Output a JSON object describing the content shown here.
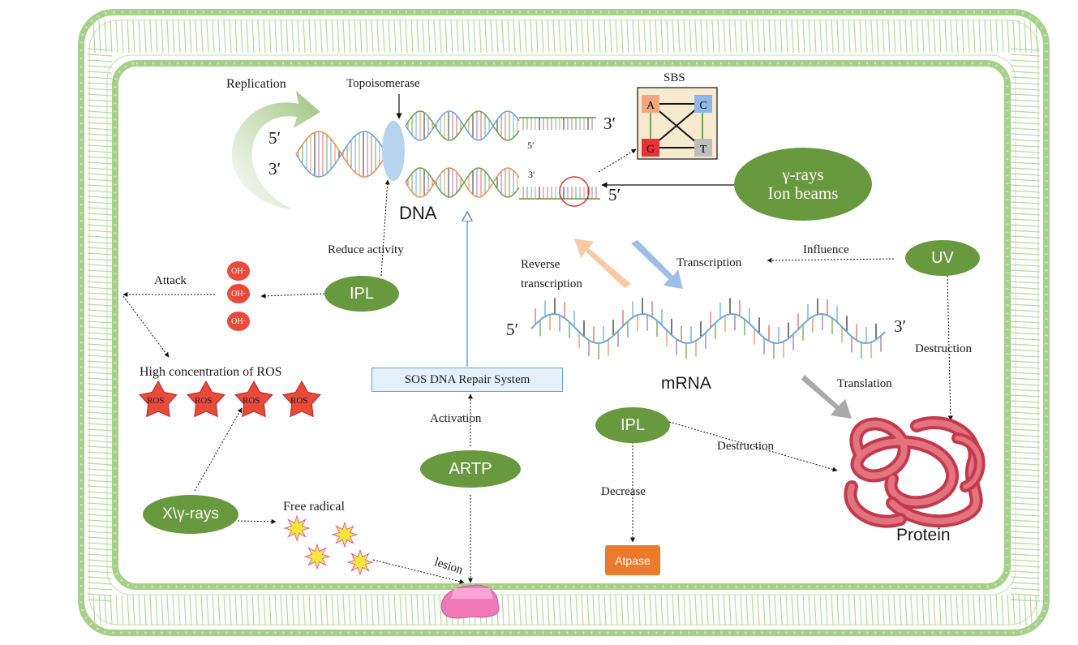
{
  "dna": {
    "replication": "Replication",
    "topoisomerase": "Topoisomerase",
    "five_prime_a": "5′",
    "three_prime_a": "3′",
    "three_prime_b": "3′",
    "five_prime_small": "5′",
    "three_prime_small": "3′",
    "five_prime_b": "5′",
    "label": "DNA"
  },
  "sbs": {
    "title": "SBS",
    "bases": [
      "A",
      "C",
      "G",
      "T"
    ],
    "colors": {
      "A": "#f4a582",
      "C": "#8fb8e6",
      "G": "#e8323a",
      "T": "#bdbdbd"
    }
  },
  "gamma": {
    "line1": "γ-rays",
    "line2": "Ion beams"
  },
  "ipl_top": {
    "label": "IPL",
    "reduce": "Reduce activity",
    "attack": "Attack"
  },
  "oh_label": "OH·",
  "ros": {
    "title": "High concentration of ROS",
    "badge": "ROS"
  },
  "sos": {
    "label": "SOS DNA Repair System",
    "activation": "Activation"
  },
  "artp": {
    "label": "ARTP"
  },
  "xgamma": {
    "label": "X\\γ-rays"
  },
  "free_radical": "Free radical",
  "lesion": "lesion",
  "mrna": {
    "label": "mRNA",
    "five": "5′",
    "three": "3′",
    "reverse_l1": "Reverse",
    "reverse_l2": "transcription",
    "transcription": "Transcription",
    "influence": "Influence",
    "translation": "Translation"
  },
  "uv": {
    "label": "UV",
    "destruction": "Destruction"
  },
  "ipl_bottom": {
    "label": "IPL",
    "destruction": "Destruction",
    "decrease": "Decrease"
  },
  "atpase": "Atpase",
  "protein": "Protein",
  "colors": {
    "membrane": "#a6cf8a",
    "ellipse": "#69993f",
    "strand_blue": "#6fa8dc",
    "strand_orange": "#e8955a",
    "strand_green": "#6aa84f",
    "protein": "#d9505f"
  }
}
